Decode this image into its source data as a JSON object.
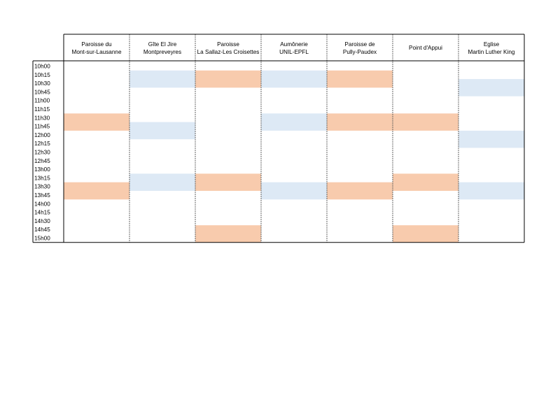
{
  "colors": {
    "peach": "#f8cbad",
    "blue": "#dde9f5",
    "grid": "#000000",
    "divider": "#555555"
  },
  "columns": [
    {
      "line1": "Paroisse du",
      "line2": "Mont-sur-Lausanne"
    },
    {
      "line1": "Gîte El Jire",
      "line2": "Montpreveyres"
    },
    {
      "line1": "Paroisse",
      "line2": "La Sallaz-Les Croisettes"
    },
    {
      "line1": "Aumônerie",
      "line2": "UNIL-EPFL"
    },
    {
      "line1": "Paroisse de",
      "line2": "Pully-Paudex"
    },
    {
      "line1": "Point d'Appui",
      "line2": ""
    },
    {
      "line1": "Eglise",
      "line2": "Martin Luther King"
    }
  ],
  "times": [
    "10h00",
    "10h15",
    "10h30",
    "10h45",
    "11h00",
    "11h15",
    "11h30",
    "11h45",
    "12h00",
    "12h15",
    "12h30",
    "12h45",
    "13h00",
    "13h15",
    "13h30",
    "13h45",
    "14h00",
    "14h15",
    "14h30",
    "14h45",
    "15h00"
  ],
  "blocks": [
    {
      "col": 0,
      "from": 6,
      "to": 8,
      "color": "peach"
    },
    {
      "col": 0,
      "from": 14,
      "to": 16,
      "color": "peach"
    },
    {
      "col": 1,
      "from": 1,
      "to": 3,
      "color": "blue"
    },
    {
      "col": 1,
      "from": 7,
      "to": 9,
      "color": "blue"
    },
    {
      "col": 1,
      "from": 13,
      "to": 15,
      "color": "blue"
    },
    {
      "col": 2,
      "from": 1,
      "to": 3,
      "color": "peach"
    },
    {
      "col": 2,
      "from": 13,
      "to": 15,
      "color": "peach"
    },
    {
      "col": 2,
      "from": 19,
      "to": 21,
      "color": "peach"
    },
    {
      "col": 3,
      "from": 1,
      "to": 3,
      "color": "blue"
    },
    {
      "col": 3,
      "from": 6,
      "to": 8,
      "color": "blue"
    },
    {
      "col": 3,
      "from": 14,
      "to": 16,
      "color": "blue"
    },
    {
      "col": 4,
      "from": 1,
      "to": 3,
      "color": "peach"
    },
    {
      "col": 4,
      "from": 6,
      "to": 8,
      "color": "peach"
    },
    {
      "col": 4,
      "from": 14,
      "to": 16,
      "color": "peach"
    },
    {
      "col": 5,
      "from": 6,
      "to": 8,
      "color": "peach"
    },
    {
      "col": 5,
      "from": 13,
      "to": 15,
      "color": "peach"
    },
    {
      "col": 5,
      "from": 19,
      "to": 21,
      "color": "peach"
    },
    {
      "col": 6,
      "from": 2,
      "to": 4,
      "color": "blue"
    },
    {
      "col": 6,
      "from": 8,
      "to": 10,
      "color": "blue"
    },
    {
      "col": 6,
      "from": 14,
      "to": 16,
      "color": "blue"
    }
  ]
}
